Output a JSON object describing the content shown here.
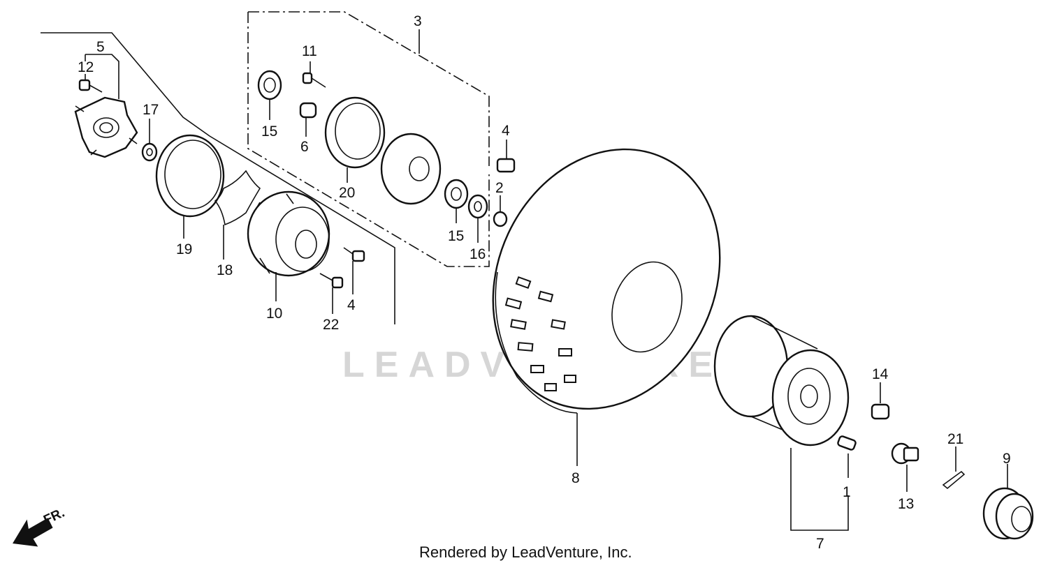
{
  "diagram": {
    "callouts": [
      {
        "id": "1",
        "label": "1"
      },
      {
        "id": "2",
        "label": "2"
      },
      {
        "id": "3",
        "label": "3"
      },
      {
        "id": "4a",
        "label": "4"
      },
      {
        "id": "4b",
        "label": "4"
      },
      {
        "id": "5",
        "label": "5"
      },
      {
        "id": "6",
        "label": "6"
      },
      {
        "id": "7",
        "label": "7"
      },
      {
        "id": "8",
        "label": "8"
      },
      {
        "id": "9",
        "label": "9"
      },
      {
        "id": "10",
        "label": "10"
      },
      {
        "id": "11",
        "label": "11"
      },
      {
        "id": "12",
        "label": "12"
      },
      {
        "id": "13",
        "label": "13"
      },
      {
        "id": "14",
        "label": "14"
      },
      {
        "id": "15a",
        "label": "15"
      },
      {
        "id": "15b",
        "label": "15"
      },
      {
        "id": "16",
        "label": "16"
      },
      {
        "id": "17",
        "label": "17"
      },
      {
        "id": "18",
        "label": "18"
      },
      {
        "id": "19",
        "label": "19"
      },
      {
        "id": "20",
        "label": "20"
      },
      {
        "id": "21",
        "label": "21"
      },
      {
        "id": "22",
        "label": "22"
      }
    ],
    "watermark": "LEADVENTURE",
    "direction_marker": "FR.",
    "credit": "Rendered by LeadVenture, Inc."
  }
}
